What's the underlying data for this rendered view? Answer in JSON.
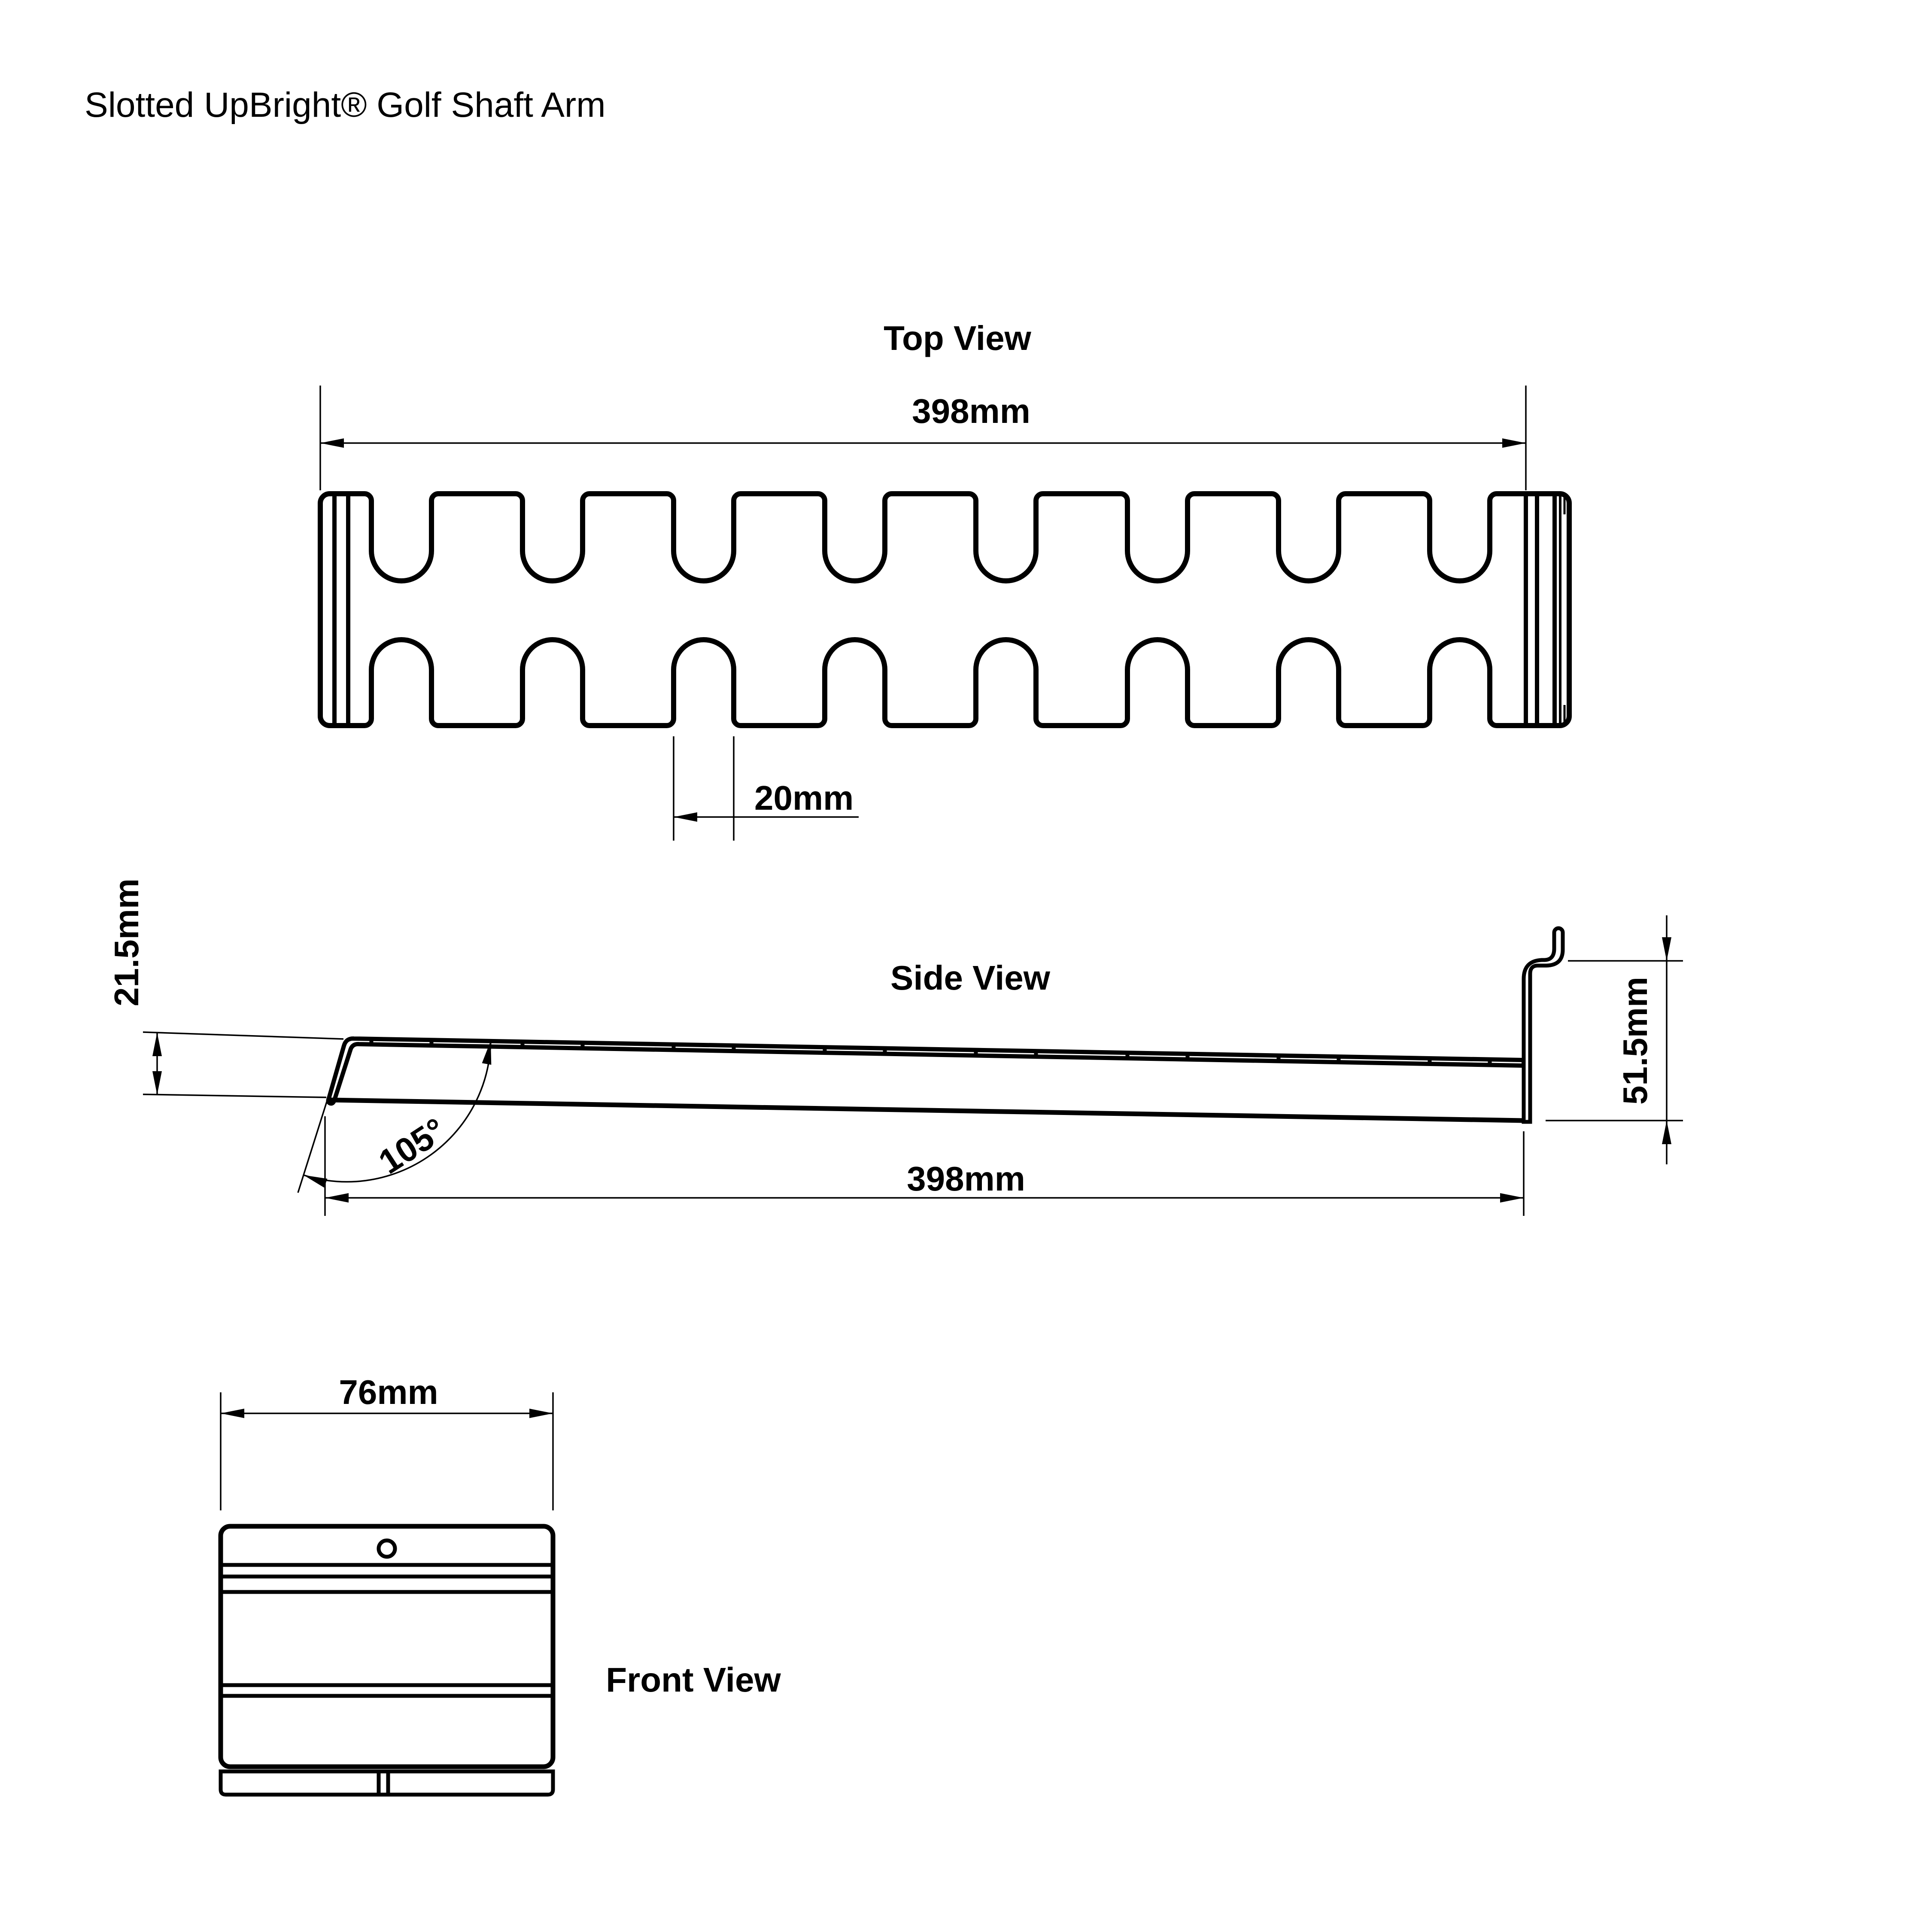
{
  "title": "Slotted UpBright® Golf Shaft Arm",
  "colors": {
    "line": "#000000",
    "background": "#ffffff"
  },
  "views": {
    "top": {
      "label": "Top View",
      "dim_width": "398mm",
      "dim_slot": "20mm",
      "slot_count": 8
    },
    "side": {
      "label": "Side View",
      "dim_length": "398mm",
      "dim_lip": "21.5mm",
      "dim_angle": "105°",
      "dim_bracket": "51.5mm"
    },
    "front": {
      "label": "Front View",
      "dim_width": "76mm"
    }
  }
}
